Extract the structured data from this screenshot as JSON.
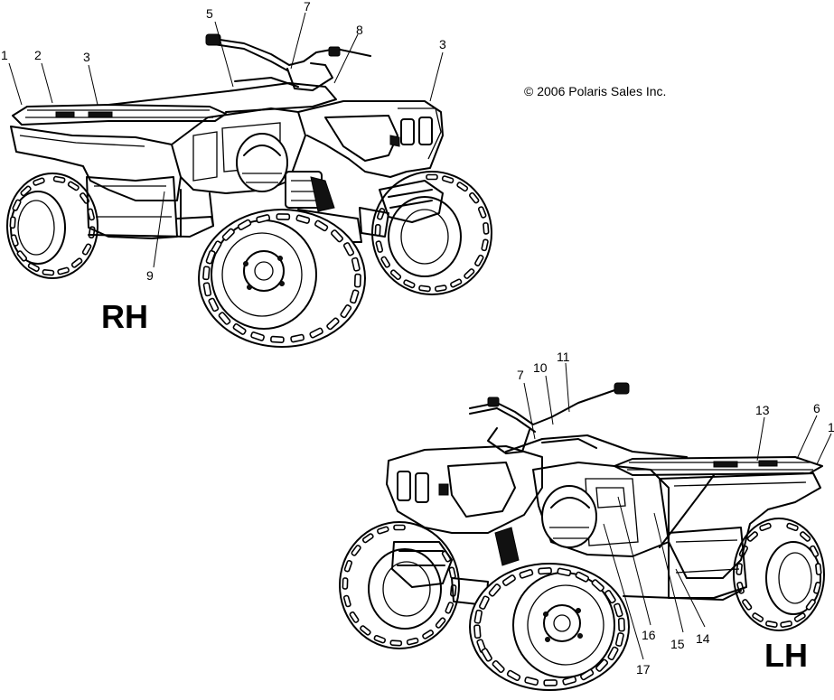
{
  "copyright": "© 2006 Polaris Sales Inc.",
  "views": {
    "rh": {
      "label": "RH",
      "callouts": [
        {
          "id": "rh-1",
          "text": "1"
        },
        {
          "id": "rh-2",
          "text": "2"
        },
        {
          "id": "rh-3a",
          "text": "3"
        },
        {
          "id": "rh-5",
          "text": "5"
        },
        {
          "id": "rh-7",
          "text": "7"
        },
        {
          "id": "rh-8",
          "text": "8"
        },
        {
          "id": "rh-3b",
          "text": "3"
        },
        {
          "id": "rh-9",
          "text": "9"
        }
      ]
    },
    "lh": {
      "label": "LH",
      "callouts": [
        {
          "id": "lh-7",
          "text": "7"
        },
        {
          "id": "lh-10",
          "text": "10"
        },
        {
          "id": "lh-11",
          "text": "11"
        },
        {
          "id": "lh-13",
          "text": "13"
        },
        {
          "id": "lh-6",
          "text": "6"
        },
        {
          "id": "lh-1",
          "text": "1"
        },
        {
          "id": "lh-16",
          "text": "16"
        },
        {
          "id": "lh-15",
          "text": "15"
        },
        {
          "id": "lh-14",
          "text": "14"
        },
        {
          "id": "lh-17",
          "text": "17"
        }
      ]
    }
  }
}
